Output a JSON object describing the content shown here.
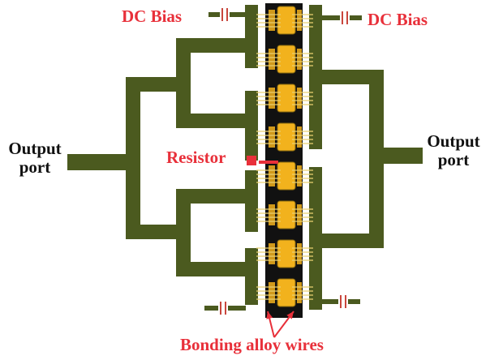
{
  "labels": {
    "dc_bias_left": "DC Bias",
    "dc_bias_right": "DC Bias",
    "output_left": "Output port",
    "output_left_line1": "Output",
    "output_left_line2": "port",
    "output_right_line1": "Output",
    "output_right_line2": "port",
    "resistor": "Resistor",
    "bonding": "Bonding alloy wires"
  },
  "colors": {
    "microstrip": "#4b5a1f",
    "microstrip_edge": "#3c4818",
    "chip": "#111111",
    "pad": "#f2b21d",
    "wire": "#ead070",
    "annotation": "#e8303a",
    "capacitor": "#c9463d",
    "text": "#111111",
    "background": "#ffffff"
  },
  "transistor_cells": 8,
  "icons": {
    "capacitor": "capacitor-icon",
    "resistor": "resistor-icon",
    "arrow": "arrow-icon"
  }
}
